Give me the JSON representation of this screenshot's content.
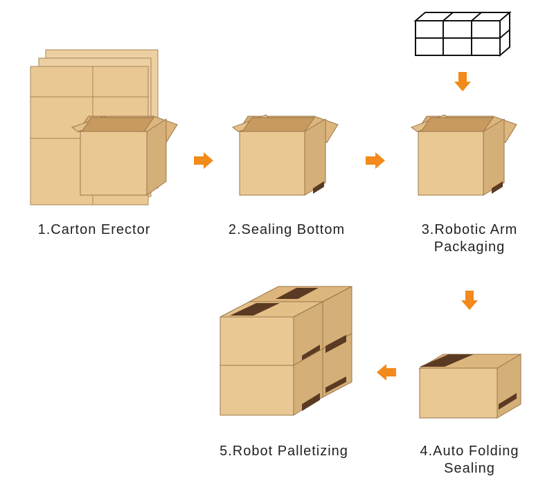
{
  "colors": {
    "cardboard_front": "#e9c893",
    "cardboard_side": "#d9b57e",
    "cardboard_inner": "#cfa56c",
    "tape": "#5a3a22",
    "arrow": "#f28a1c",
    "outline": "#7a5a34"
  },
  "steps": [
    {
      "label": "1.Carton Erector"
    },
    {
      "label": "2.Sealing Bottom"
    },
    {
      "label_lines": [
        "3.Robotic Arm",
        "Packaging"
      ]
    },
    {
      "label_lines": [
        "4.Auto Folding",
        "Sealing"
      ]
    },
    {
      "label": "5.Robot Palletizing"
    }
  ],
  "icons": {
    "flat_cartons": "flat-carton-stack-icon",
    "open_box": "open-box-icon",
    "product_grid": "product-grid-icon",
    "sealed_box": "sealed-box-icon",
    "pallet": "palletized-boxes-icon",
    "arrow": "arrow-icon"
  }
}
